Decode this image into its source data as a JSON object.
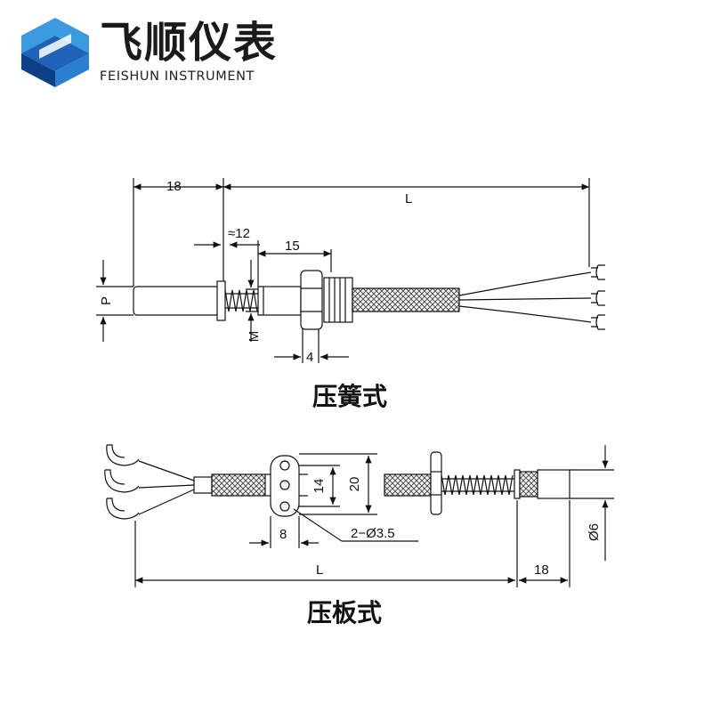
{
  "brand": {
    "name_cn": "飞顺仪表",
    "name_en": "FEISHUN INSTRUMENT",
    "logo_colors": [
      "#1e63b5",
      "#3b9ae0",
      "#0d3f86"
    ]
  },
  "top_diagram": {
    "caption": "压簧式",
    "dims": {
      "probe_length": "18",
      "length": "L",
      "spring": "≈12",
      "thread_len": "15",
      "diameter": "P",
      "thread": "M",
      "nut": "4"
    }
  },
  "bottom_diagram": {
    "caption": "压板式",
    "dims": {
      "hole_spacing": "14",
      "plate_height": "20",
      "plate_width": "8",
      "holes": "2−Ø3.5",
      "length": "L",
      "probe_length": "18",
      "diameter": "Ø6"
    }
  }
}
